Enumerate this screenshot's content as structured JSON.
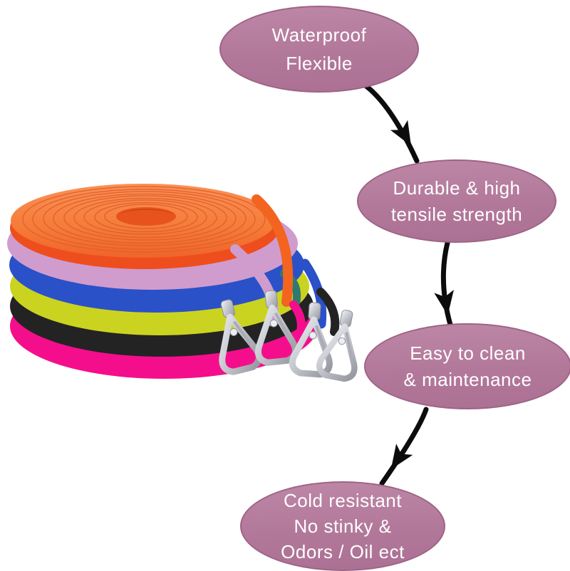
{
  "callouts": [
    {
      "id": "waterproof",
      "lines": [
        "Waterproof",
        "Flexible"
      ]
    },
    {
      "id": "durable",
      "lines": [
        "Durable & high",
        "tensile strength"
      ]
    },
    {
      "id": "clean",
      "lines": [
        "Easy to clean",
        "& maintenance"
      ]
    },
    {
      "id": "cold",
      "lines": [
        "Cold resistant",
        "No stinky &",
        "Odors / Oil ect"
      ]
    }
  ],
  "product": {
    "leash_colors": [
      {
        "name": "orange",
        "hex": "#f2641f"
      },
      {
        "name": "lilac-pink",
        "hex": "#d09cce"
      },
      {
        "name": "royal-blue",
        "hex": "#2a51c8"
      },
      {
        "name": "yellow-green",
        "hex": "#cbd321"
      },
      {
        "name": "black",
        "hex": "#232323"
      },
      {
        "name": "hot-pink",
        "hex": "#f40e8c"
      },
      {
        "name": "teal",
        "hex": "#2f7a70"
      }
    ],
    "clasp_finish": "#c6c9d0"
  },
  "colors": {
    "page-bg": "#ffffff",
    "bubble-fill": "#b2789a",
    "bubble-fill-light": "#bd87a6",
    "bubble-fill-dark": "#ab7093",
    "bubble-border": "#9e6386",
    "bubble-text": "#ffffff",
    "arrow": "#0c0c0c"
  }
}
